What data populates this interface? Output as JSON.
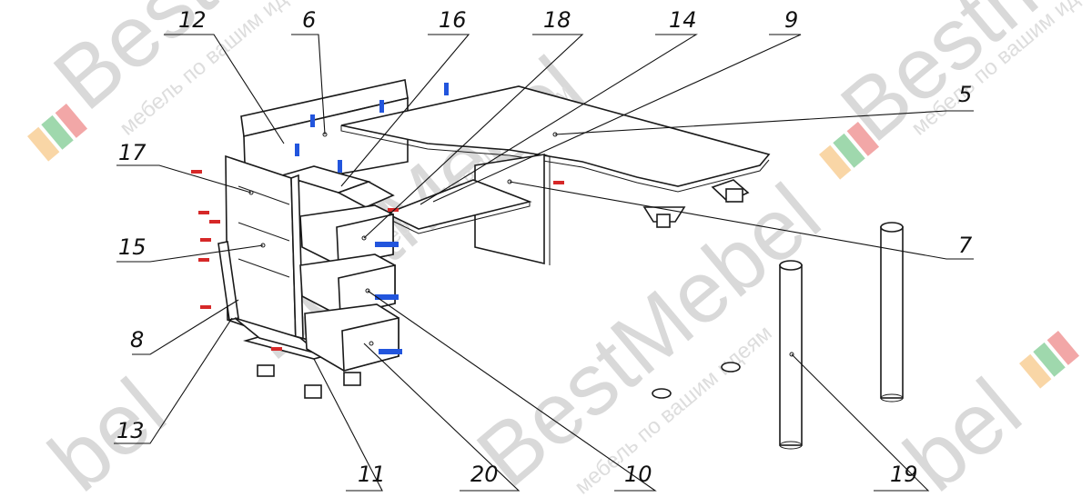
{
  "watermark": {
    "brand": "BestMebel",
    "brand_fragment_left": "Best",
    "brand_fragment_right": "Bestme",
    "brand_fragment_bottom": "bel",
    "tagline": "мебель по вашим идеям",
    "logo_colors": [
      "#f2a33a",
      "#2aa84a",
      "#e23b3b"
    ]
  },
  "callouts": [
    "12",
    "6",
    "16",
    "18",
    "14",
    "9",
    "5",
    "17",
    "15",
    "7",
    "8",
    "13",
    "11",
    "20",
    "10",
    "19"
  ],
  "colors": {
    "line": "#1a1a1a",
    "screw_blue": "#2255dd",
    "screw_red": "#d62828",
    "watermark": "#d9d9d9"
  }
}
